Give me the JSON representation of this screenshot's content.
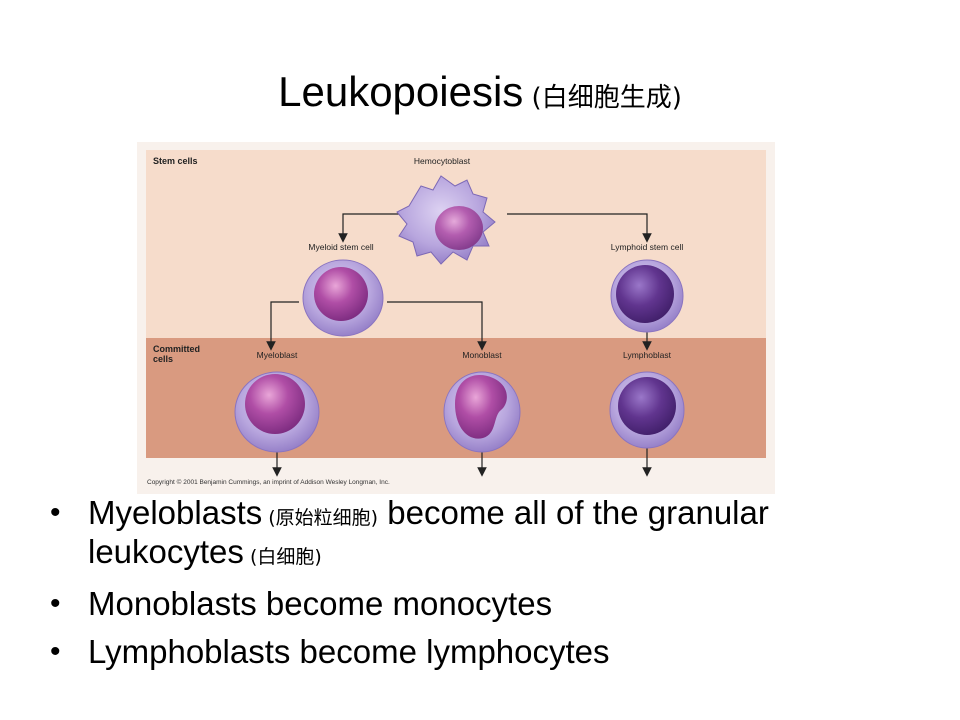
{
  "slide": {
    "title": "Leukopoiesis",
    "title_cn": " (白细胞生成)"
  },
  "figure": {
    "band_stem": "Stem cells",
    "band_committed": "Committed cells",
    "hemocytoblast": "Hemocytoblast",
    "myeloid_stem": "Myeloid stem cell",
    "lymphoid_stem": "Lymphoid stem cell",
    "myeloblast": "Myeloblast",
    "monoblast": "Monoblast",
    "lymphoblast": "Lymphoblast",
    "copyright": "Copyright © 2001 Benjamin Cummings, an imprint of Addison Wesley Longman, Inc.",
    "colors": {
      "stem_band": "#f6dccb",
      "committed_band": "#d99a80",
      "cell_cytoplasm": "#b7a6dd",
      "nucleus_myeloid": "#9c3f9c",
      "nucleus_lymphoid": "#5a2f8c"
    }
  },
  "bullets": [
    {
      "pre": "Myeloblasts",
      "cn": " (原始粒细胞)",
      "post": " become all of the granular leukocytes",
      "cn2": " (白细胞)"
    },
    {
      "text": "Monoblasts become monocytes"
    },
    {
      "text": "Lymphoblasts become lymphocytes"
    }
  ]
}
